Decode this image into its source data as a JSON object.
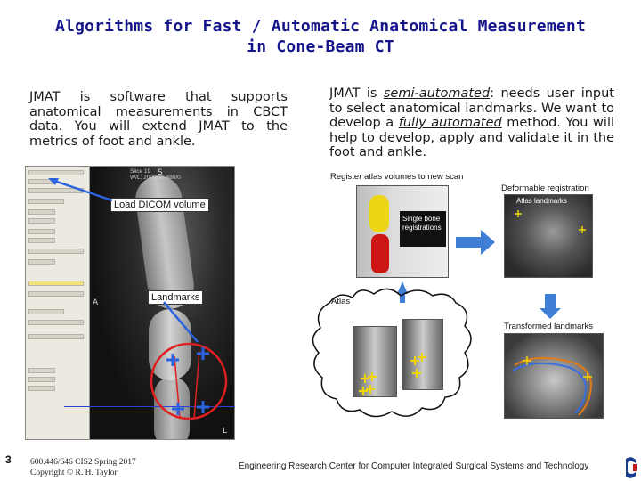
{
  "slide": {
    "title_line1": "Algorithms for Fast / Automatic Anatomical Measurement",
    "title_line2": "in Cone-Beam CT",
    "left_paragraph": "JMAT is software that supports anatomical measurements in CBCT data. You will extend JMAT to the metrics of foot and ankle.",
    "right_paragraph": {
      "part1": "JMAT is ",
      "em1": "semi-automated",
      "part2": ": needs user input to select anatomical landmarks. We want to develop a ",
      "em2": "fully automated",
      "part3": " method. You will help to develop, apply and validate it in the foot and ankle."
    }
  },
  "screenshot": {
    "callout_load": "Load DICOM volume",
    "callout_landmarks": "Landmarks",
    "marker_s": "S",
    "marker_a": "A",
    "marker_l": "L",
    "slice_line1": "Slice 19",
    "slice_line2": "W/L: 2000/30  480/0"
  },
  "diagram": {
    "register_label": "Register atlas volumes to new scan",
    "deformable_label": "Deformable registration",
    "atlas_landmarks_label": "Atlas landmarks",
    "single_bone_label": "Single bone registrations",
    "atlas_label": "Atlas",
    "transformed_label": "Transformed landmarks"
  },
  "footer": {
    "page_number": "3",
    "course_line1": "600.446/646 CIS2 Spring 2017",
    "course_line2": "Copyright © R. H. Taylor",
    "center_text": "Engineering Research Center for Computer Integrated Surgical Systems and Technology"
  },
  "colors": {
    "title": "#15158a",
    "arrow_blue": "#3f7fd6",
    "marker_red": "#e02020",
    "marker_blue": "#2a62e0"
  }
}
